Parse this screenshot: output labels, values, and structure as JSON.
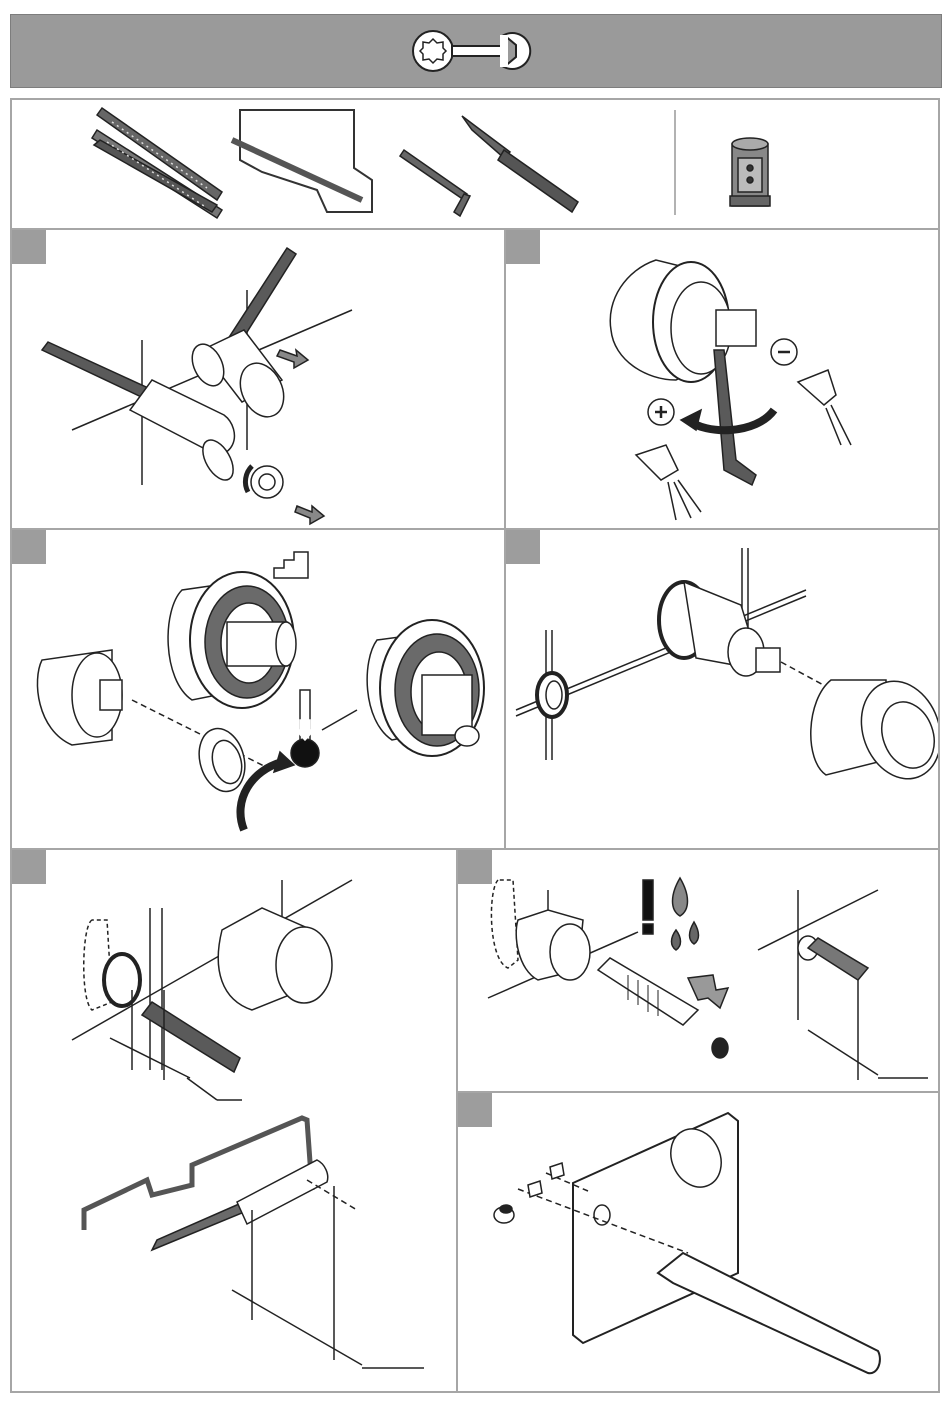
{
  "document": {
    "type": "installation instructions",
    "header_icon": "wrench-icon",
    "tools": [
      {
        "icon": "folding-rule-icon"
      },
      {
        "icon": "hacksaw-icon"
      },
      {
        "icon": "hex-key-icon"
      },
      {
        "icon": "utility-knife-icon"
      },
      {
        "icon": "socket-adapter-icon"
      }
    ],
    "steps": [
      {
        "icon": "remove-cover-illustration"
      },
      {
        "icon": "temperature-adjust-illustration"
      },
      {
        "icon": "temperature-limiter-illustration"
      },
      {
        "icon": "fit-rosette-cover-illustration"
      },
      {
        "icon": "measure-extension-illustration"
      },
      {
        "icon": "fit-extension-illustration"
      },
      {
        "icon": "mount-spout-plate-illustration"
      }
    ],
    "colors": {
      "band": "#9a9a9a",
      "panel_border": "#a6a6a6",
      "step_tab": "#9d9d9d",
      "line": "#1a1a1a",
      "tool_fill": "#5a5a5a"
    }
  }
}
